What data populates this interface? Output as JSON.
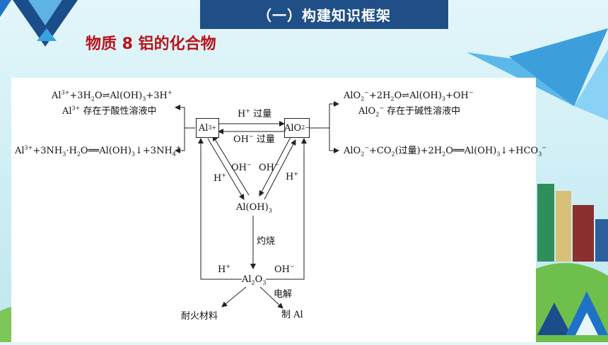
{
  "header": {
    "title": "（一）构建知识框架"
  },
  "subtitle": "物质 8 铝的化合物",
  "diagram": {
    "nodes": {
      "al3": {
        "base": "Al",
        "sup": "3+"
      },
      "alo2": {
        "base": "AlO",
        "sub": "2",
        "sup": "−"
      },
      "aloh3": {
        "base": "Al(OH)",
        "sub": "3"
      },
      "al2o3": {
        "a": "Al",
        "s1": "2",
        "b": "O",
        "s2": "3"
      }
    },
    "edges": {
      "h_excess": "过量",
      "oh_excess": "过量",
      "h": "H",
      "oh": "OH",
      "plus": "+",
      "minus": "−",
      "burn": "灼烧",
      "electrolysis": "电解",
      "refractory": "耐火材料",
      "make_al": "制 Al"
    },
    "left_notes": {
      "eq1": {
        "p1": "Al",
        "p1sup": "3+",
        "p2": "+3H",
        "p2sub": "2",
        "p3": "O",
        "arrow": "⇌",
        "p4": "Al(OH)",
        "p4sub": "3",
        "p5": "+3H",
        "p5sup": "+"
      },
      "note1": {
        "p1": "Al",
        "sup": "3+",
        "p2": " 存在于酸性溶液中"
      },
      "eq2": {
        "p1": "Al",
        "p1sup": "3+",
        "p2": "+3NH",
        "p2sub": "3",
        "p3": "·H",
        "p3sub": "2",
        "p4": "O",
        "eqsign": "══",
        "p5": "Al(OH)",
        "p5sub": "3",
        "p6": "↓+3NH",
        "p6sub": "4",
        "p6sup": "+"
      }
    },
    "right_notes": {
      "eq1": {
        "p1": "AlO",
        "p1sub": "2",
        "p1sup": "−",
        "p2": "+2H",
        "p2sub": "2",
        "p3": "O",
        "arrow": "⇌",
        "p4": "Al(OH)",
        "p4sub": "3",
        "p5": "+OH",
        "p5sup": "−"
      },
      "note1": {
        "p1": "AlO",
        "sub": "2",
        "sup": "−",
        "p2": " 存在于碱性溶液中"
      },
      "eq2": {
        "p1": "AlO",
        "p1sub": "2",
        "p1sup": "−",
        "p2": "+CO",
        "p2sub": "2",
        "p3": "(过量)+2H",
        "p3sub": "2",
        "p4": "O",
        "eqsign": "══",
        "p5": "Al(OH)",
        "p5sub": "3",
        "p6": "↓+HCO",
        "p6sub": "3",
        "p6sup": "−"
      }
    }
  },
  "colors": {
    "title_bg": "#1f4f86",
    "subtitle": "#b8141a",
    "accent_blue": "#1e72c8"
  }
}
